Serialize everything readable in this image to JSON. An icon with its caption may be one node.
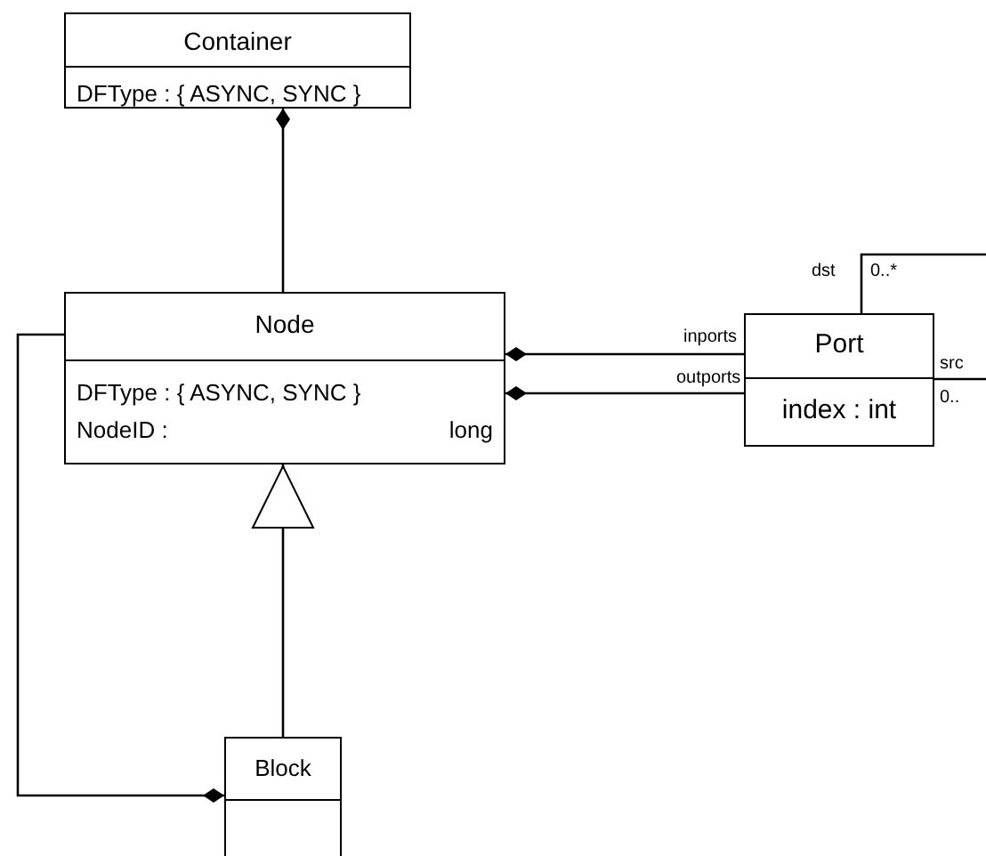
{
  "diagram": {
    "nodes": [
      {
        "text": [
          "Container",
          "DFType : { ASYNC, SYNC }"
        ]
      },
      {
        "text": [
          "Node",
          "DFType : { ASYNC, SYNC }",
          "NodeID :",
          "long"
        ]
      },
      {
        "text": [
          "Port",
          "index : int"
        ]
      },
      {
        "text": [
          "Block"
        ]
      }
    ],
    "edges": [
      {
        "from": 1,
        "to": 0,
        "arrow": "other"
      },
      {
        "from": 2,
        "to": 1,
        "arrow": "other",
        "label": "inports"
      },
      {
        "from": 2,
        "to": 1,
        "arrow": "other",
        "label": "outports"
      },
      {
        "from": 3,
        "to": 1,
        "arrow": "to"
      },
      {
        "from": 1,
        "to": 3,
        "arrow": "other"
      },
      {
        "from": 2,
        "to": 2,
        "arrow": "none"
      }
    ],
    "labels": [
      "dst",
      "0..*",
      "src",
      "0.."
    ]
  }
}
